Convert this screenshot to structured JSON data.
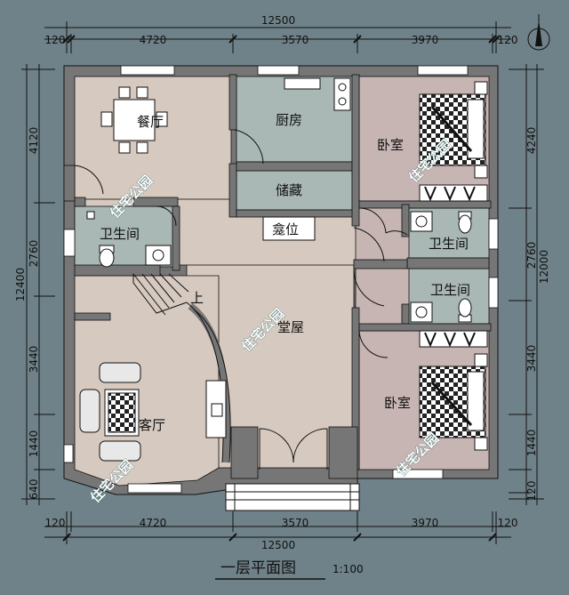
{
  "dimensions": {
    "top_total": "12500",
    "top_segments": [
      "120",
      "4720",
      "3570",
      "3970",
      "120"
    ],
    "bottom_total": "12500",
    "bottom_segments": [
      "120",
      "4720",
      "3570",
      "3970",
      "120"
    ],
    "left_total": "12400",
    "left_segments": [
      "4120",
      "2760",
      "3440",
      "1440",
      "640"
    ],
    "right_total": "12000",
    "right_segments": [
      "4240",
      "2760",
      "3440",
      "1440",
      "120"
    ]
  },
  "rooms": {
    "dining": "餐厅",
    "kitchen": "厨房",
    "storage": "储藏",
    "shrine": "龛位",
    "bathroom_west": "卫生间",
    "hall": "堂屋",
    "living": "客厅",
    "bedroom_ne": "卧室",
    "bathroom_east_1": "卫生间",
    "bathroom_east_2": "卫生间",
    "bedroom_se": "卧室",
    "stair_up": "上"
  },
  "title": "一层平面图",
  "scale": "1:100",
  "watermark": "住宅公园",
  "colors": {
    "background": "#6f8289",
    "wall": "#767676",
    "warm_floor": "#d6c9bf",
    "bedroom_floor": "#c7b5b3",
    "wet_floor": "#a9b8b5",
    "line": "#111111",
    "watermark_text": "#ffffff"
  }
}
